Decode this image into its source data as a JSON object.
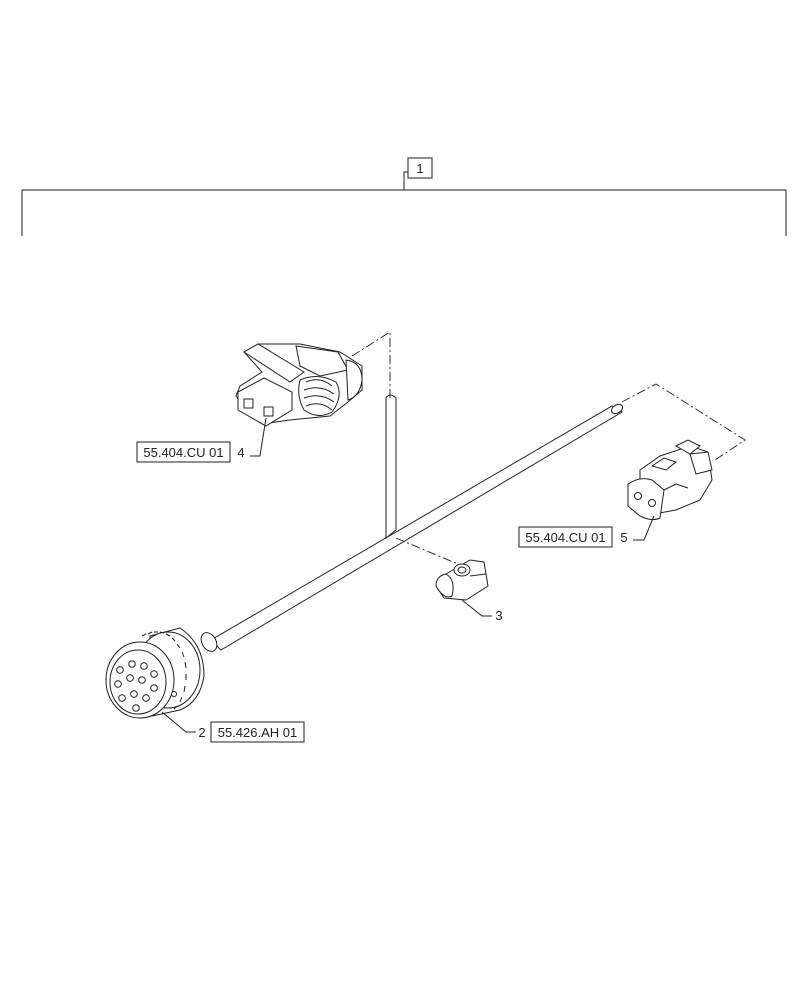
{
  "assembly": {
    "item": "1"
  },
  "callouts": {
    "connector_4": {
      "item": "4",
      "ref": "55.404.CU 01"
    },
    "connector_5": {
      "item": "5",
      "ref": "55.404.CU 01"
    },
    "clip_3": {
      "item": "3"
    },
    "connector_2": {
      "item": "2",
      "ref": "55.426.AH 01"
    }
  }
}
